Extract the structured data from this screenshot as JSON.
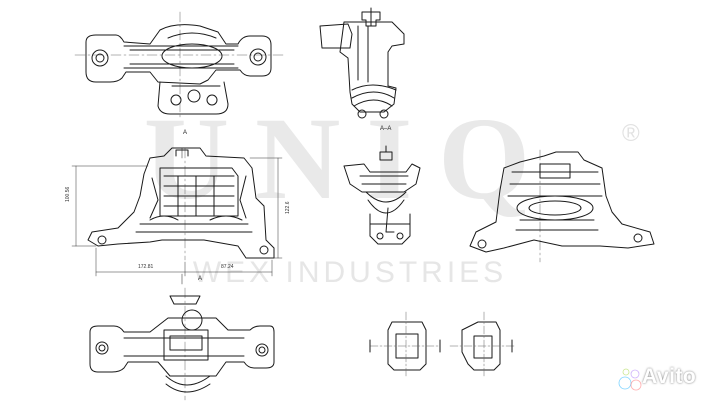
{
  "watermark": {
    "brand": "UNIQ",
    "subtitle": "WEX INDUSTRIES",
    "registered": "®"
  },
  "dimensions": {
    "height_left": "100.56",
    "height_right": "122.6",
    "width_left": "172.81",
    "width_right": "87.24"
  },
  "section_marks": {
    "top": "A",
    "bottom": "A",
    "label": "A-A"
  },
  "avito": {
    "logo_text": "Avito",
    "colors": [
      "#00aaff",
      "#a169f7",
      "#ff6163",
      "#97cf26"
    ]
  }
}
